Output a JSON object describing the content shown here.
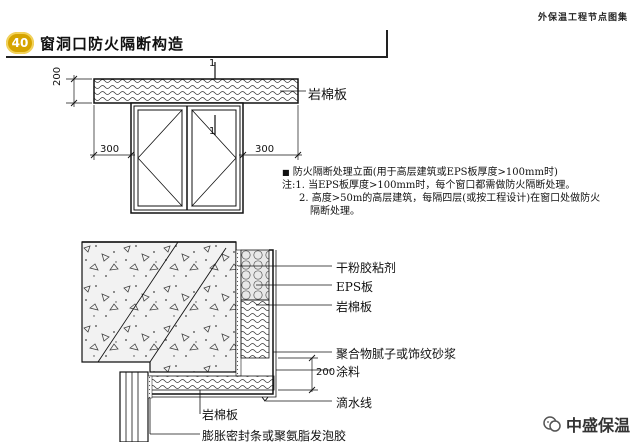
{
  "header": {
    "series_title": "外保温工程节点图集",
    "badge": "40",
    "title": "窗洞口防火隔断构造"
  },
  "elevation": {
    "dim_200": "200",
    "dim_300_left": "300",
    "dim_300_right": "300",
    "section_mark_top": "1",
    "section_mark_mid": "1",
    "label_rock_wool": "岩棉板"
  },
  "notes": {
    "bullet": "■",
    "line1": "防火隔断处理立面(用于高层建筑或EPS板厚度>100mm时)",
    "line2": "注:1. 当EPS板厚度>100mm时，每个窗口都需做防火隔断处理。",
    "line3": "2. 高度>50m的高层建筑，每隔四层(或按工程设计)在窗口处做防火",
    "line4": "隔断处理。"
  },
  "section": {
    "label_dry_mortar": "干粉胶粘剂",
    "label_eps": "EPS板",
    "label_rock_wool": "岩棉板",
    "label_putty": "聚合物腻子或饰纹砂浆",
    "label_paint": "涂料",
    "label_drip": "滴水线",
    "label_rock_wool_bottom": "岩棉板",
    "label_sealant": "膨胀密封条或聚氨脂发泡胶",
    "dim_200": "200"
  },
  "watermark": {
    "text": "中盛保温"
  }
}
